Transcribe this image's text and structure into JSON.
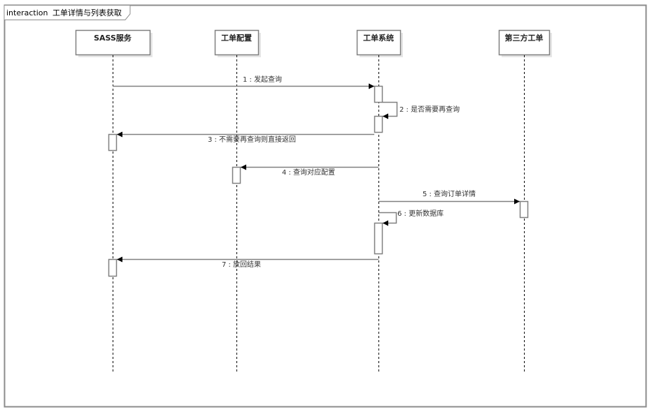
{
  "frame": {
    "keyword": "interaction",
    "title": "工单详情与列表获取"
  },
  "participants": [
    {
      "id": "sass",
      "name": "SASS服务"
    },
    {
      "id": "config",
      "name": "工单配置"
    },
    {
      "id": "system",
      "name": "工单系统"
    },
    {
      "id": "third",
      "name": "第三方工单"
    }
  ],
  "messages": [
    {
      "seq": "1",
      "text": "发起查询",
      "label": "1 : 发起查询",
      "from": "sass",
      "to": "system",
      "kind": "call"
    },
    {
      "seq": "2",
      "text": "是否需要再查询",
      "label": "2 : 是否需要再查询",
      "from": "system",
      "to": "system",
      "kind": "self"
    },
    {
      "seq": "3",
      "text": "不需要再查询则直接返回",
      "label": "3 : 不需要再查询则直接返回",
      "from": "system",
      "to": "sass",
      "kind": "call"
    },
    {
      "seq": "4",
      "text": "查询对应配置",
      "label": "4 : 查询对应配置",
      "from": "system",
      "to": "config",
      "kind": "call"
    },
    {
      "seq": "5",
      "text": "查询订单详情",
      "label": "5 : 查询订单详情",
      "from": "system",
      "to": "third",
      "kind": "call"
    },
    {
      "seq": "6",
      "text": "更新数据库",
      "label": "6 : 更新数据库",
      "from": "system",
      "to": "system",
      "kind": "self"
    },
    {
      "seq": "7",
      "text": "放回结果",
      "label": "7 : 放回结果",
      "from": "system",
      "to": "sass",
      "kind": "call"
    }
  ],
  "colors": {
    "line": "#808080",
    "frame": "#8c8c8c",
    "arrowhead": "#000000",
    "text": "#333333",
    "shadow": "#e6e6e6"
  }
}
